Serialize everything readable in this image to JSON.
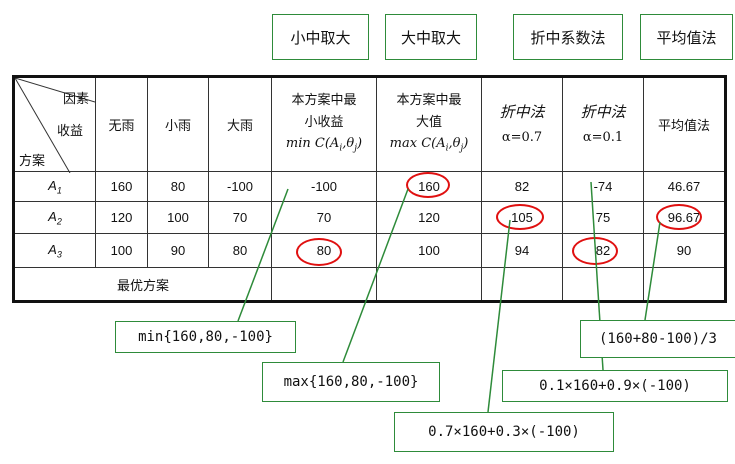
{
  "method_boxes": [
    "小中取大",
    "大中取大",
    "折中系数法",
    "平均值法"
  ],
  "table": {
    "corner": {
      "top": "因素",
      "mid": "收益",
      "bottom": "方案"
    },
    "col_headers": [
      "无雨",
      "小雨",
      "大雨"
    ],
    "h_minmax": {
      "l1": "本方案中最",
      "l2": "小收益",
      "l3": "min C(A",
      "l3b": "i",
      "l3c": ",θ",
      "l3d": "j",
      "l3e": ")"
    },
    "h_maxmax": {
      "l1": "本方案中最",
      "l2": "大值",
      "l3": "max C(A",
      "l3b": "i",
      "l3c": ",θ",
      "l3d": "j",
      "l3e": ")"
    },
    "h_comp1": {
      "l1": "折中法",
      "l2": "α=0.7"
    },
    "h_comp2": {
      "l1": "折中法",
      "l2": "α=0.1"
    },
    "h_avg": "平均值法",
    "rows": [
      {
        "label": "A",
        "sub": "1",
        "cells": [
          "160",
          "80",
          "-100",
          "-100",
          "160",
          "82",
          "-74",
          "46.67"
        ]
      },
      {
        "label": "A",
        "sub": "2",
        "cells": [
          "120",
          "100",
          "70",
          "70",
          "120",
          "105",
          "75",
          "96.67"
        ]
      },
      {
        "label": "A",
        "sub": "3",
        "cells": [
          "100",
          "90",
          "80",
          "80",
          "100",
          "94",
          "82",
          "90"
        ]
      }
    ],
    "footer": "最优方案"
  },
  "formulas": {
    "f1": "min{160,80,-100}",
    "f2": "max{160,80,-100}",
    "f3": "0.7×160+0.3×(-100)",
    "f4": "0.1×160+0.9×(-100)",
    "f5": "(160+80-100)/3"
  },
  "colors": {
    "box_border": "#2e8b3a",
    "line": "#2e8b3a",
    "circle": "#e01010"
  }
}
